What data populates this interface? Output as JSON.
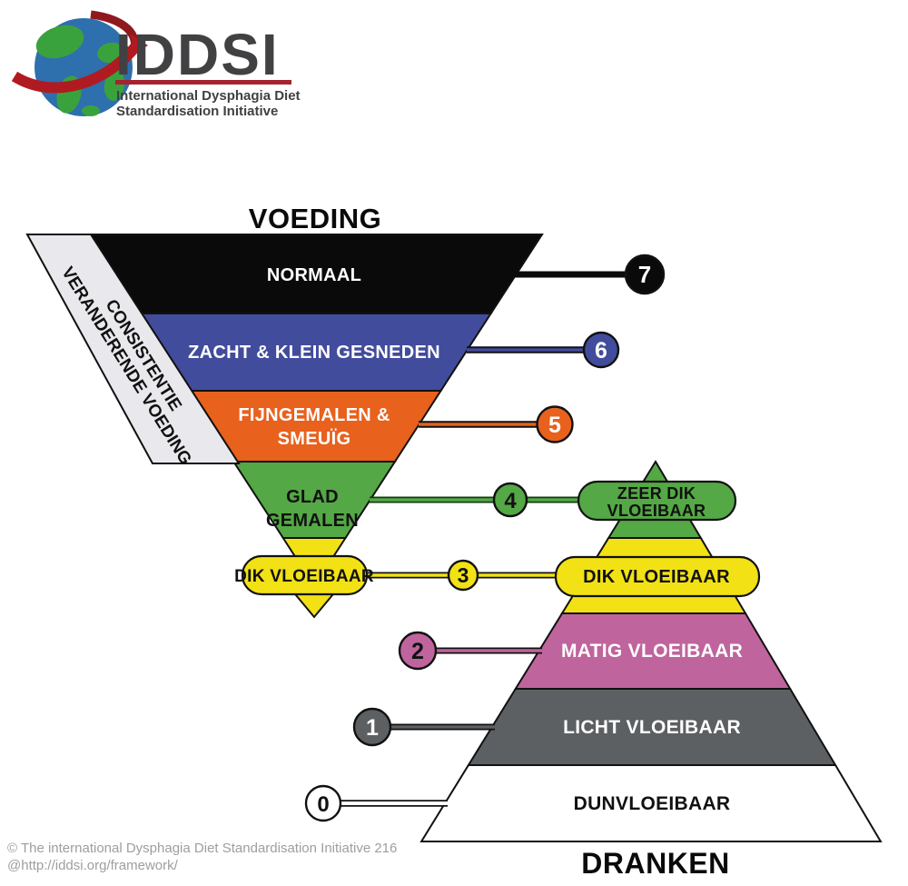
{
  "logo": {
    "acronym": "IDDSI",
    "tagline_line1": "International Dysphagia Diet",
    "tagline_line2": "Standardisation Initiative",
    "colors": {
      "text": "#414042",
      "rule": "#a6232e",
      "ribbon": "#b01b21",
      "ribbon_dark": "#8f191e",
      "globe_ocean": "#2e6fae",
      "globe_land": "#3aa23c"
    }
  },
  "food": {
    "title": "VOEDING",
    "side_label": {
      "line1": "CONSISTENTIE",
      "line2": "VERANDERENDE VOEDING",
      "fill": "#e9e9ed"
    },
    "levels": [
      {
        "number": "7",
        "label": "NORMAAL",
        "color": "#0a0a0a",
        "label_color": "#ffffff",
        "badge_num_color": "#ffffff"
      },
      {
        "number": "6",
        "label": "ZACHT & KLEIN GESNEDEN",
        "color": "#424c9c",
        "label_color": "#ffffff",
        "badge_num_color": "#ffffff"
      },
      {
        "number": "5",
        "line1": "FIJNGEMALEN &",
        "line2": "SMEUÏG",
        "color": "#e8611d",
        "label_color": "#ffffff",
        "badge_num_color": "#ffffff"
      },
      {
        "number": "4",
        "line1": "GLAD",
        "line2": "GEMALEN",
        "color": "#54a845",
        "label_color": "#111111",
        "badge_num_color": "#111111"
      },
      {
        "number": "3",
        "label": "DIK VLOEIBAAR",
        "color": "#f2e115",
        "label_color": "#111111",
        "badge_num_color": "#111111"
      }
    ]
  },
  "drinks": {
    "title": "DRANKEN",
    "levels": [
      {
        "number": "4",
        "line1": "ZEER DIK",
        "line2": "VLOEIBAAR",
        "color": "#54a845",
        "label_color": "#111111"
      },
      {
        "number": "3",
        "label": "DIK VLOEIBAAR",
        "color": "#f2e115",
        "label_color": "#111111"
      },
      {
        "number": "2",
        "label": "MATIG VLOEIBAAR",
        "color": "#bf649d",
        "label_color": "#ffffff",
        "badge_num_color": "#111111"
      },
      {
        "number": "1",
        "label": "LICHT VLOEIBAAR",
        "color": "#5c6063",
        "label_color": "#ffffff",
        "badge_num_color": "#ffffff"
      },
      {
        "number": "0",
        "label": "DUNVLOEIBAAR",
        "color": "#ffffff",
        "label_color": "#111111",
        "badge_num_color": "#111111"
      }
    ]
  },
  "footer": {
    "line1": "© The international Dysphagia Diet Standardisation Initiative 216",
    "line2": "@http://iddsi.org/framework/"
  }
}
